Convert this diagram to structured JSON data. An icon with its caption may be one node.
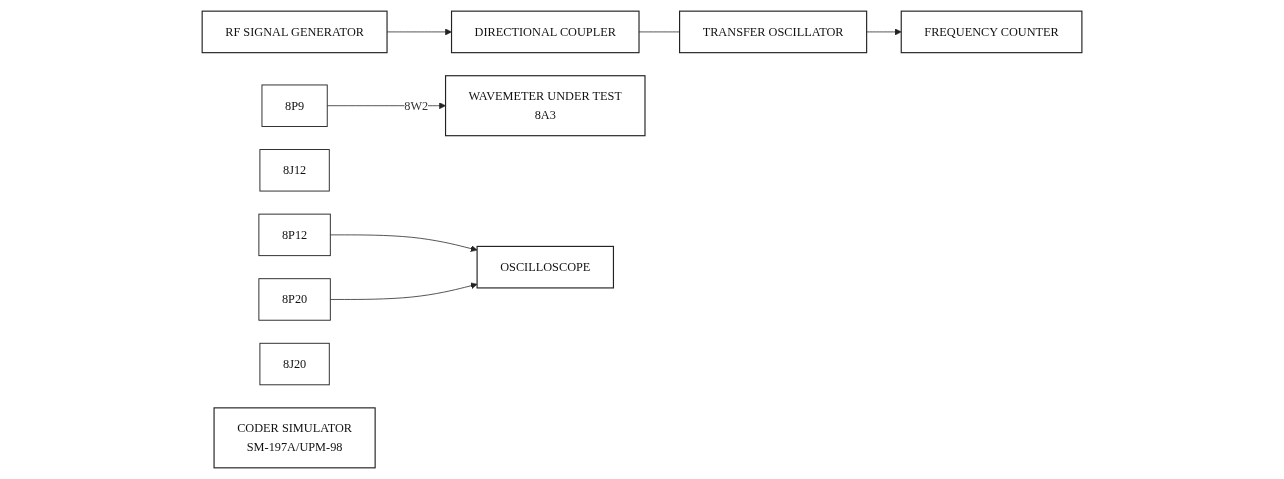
{
  "diagram": {
    "nodes": [
      {
        "text": [
          "RF SIGNAL GENERATOR"
        ]
      },
      {
        "text": [
          "DIRECTIONAL COUPLER"
        ]
      },
      {
        "text": [
          "8P9"
        ]
      },
      {
        "text": [
          "WAVEMETER UNDER TEST",
          "8A3"
        ]
      },
      {
        "text": [
          "8J12"
        ]
      },
      {
        "text": [
          "8P12"
        ]
      },
      {
        "text": [
          "OSCILLOSCOPE"
        ]
      },
      {
        "text": [
          "8P20"
        ]
      },
      {
        "text": [
          "TRANSFER OSCILLATOR"
        ]
      },
      {
        "text": [
          "FREQUENCY COUNTER"
        ]
      },
      {
        "text": [
          "8J20"
        ]
      },
      {
        "text": [
          "CODER SIMULATOR",
          "SM-197A/UPM-98"
        ]
      }
    ],
    "edges": [
      {
        "from": 0,
        "to": 1,
        "arrow": "to"
      },
      {
        "from": 2,
        "to": 3,
        "arrow": "to",
        "label": "8W2"
      },
      {
        "from": 1,
        "to": 8,
        "arrow": "none"
      },
      {
        "from": 8,
        "to": 9,
        "arrow": "to"
      },
      {
        "from": 5,
        "to": 6,
        "arrow": "to"
      },
      {
        "from": 7,
        "to": 6,
        "arrow": "to"
      }
    ]
  }
}
